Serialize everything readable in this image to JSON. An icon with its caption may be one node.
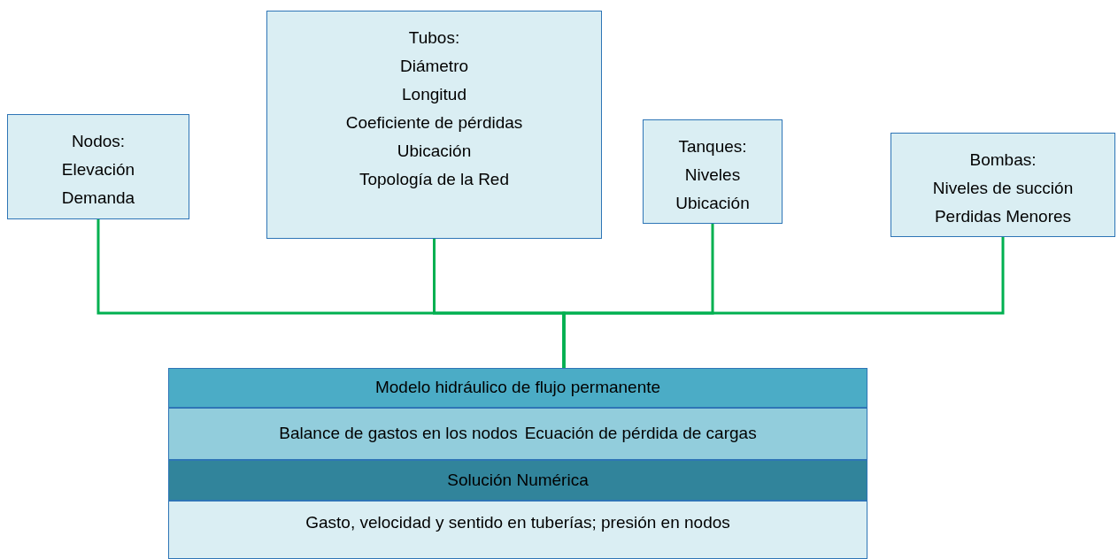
{
  "diagram": {
    "nodes": [
      {
        "text": [
          "Nodos:",
          "Elevación",
          "Demanda"
        ]
      },
      {
        "text": [
          "Tubos:",
          "Diámetro",
          "Longitud",
          "Coeficiente de pérdidas",
          "Ubicación",
          "Topología de la Red"
        ]
      },
      {
        "text": [
          "Tanques:",
          "Niveles",
          "Ubicación"
        ]
      },
      {
        "text": [
          "Bombas:",
          "Niveles de succión",
          "Perdidas Menores"
        ]
      },
      {
        "text": [
          "Modelo hidráulico de flujo permanente"
        ]
      },
      {
        "text": [
          "Balance de gastos en los nodos",
          "Ecuación de pérdida de cargas"
        ]
      },
      {
        "text": [
          "Solución Numérica"
        ]
      },
      {
        "text": [
          "Gasto, velocidad y sentido en tuberías; presión en nodos"
        ]
      }
    ],
    "edges": [
      {
        "from": 0,
        "to": 4,
        "arrow": "none",
        "color": "#00b050"
      },
      {
        "from": 1,
        "to": 4,
        "arrow": "none",
        "color": "#00b050"
      },
      {
        "from": 2,
        "to": 4,
        "arrow": "none",
        "color": "#00b050"
      },
      {
        "from": 3,
        "to": 4,
        "arrow": "none",
        "color": "#00b050"
      }
    ]
  }
}
